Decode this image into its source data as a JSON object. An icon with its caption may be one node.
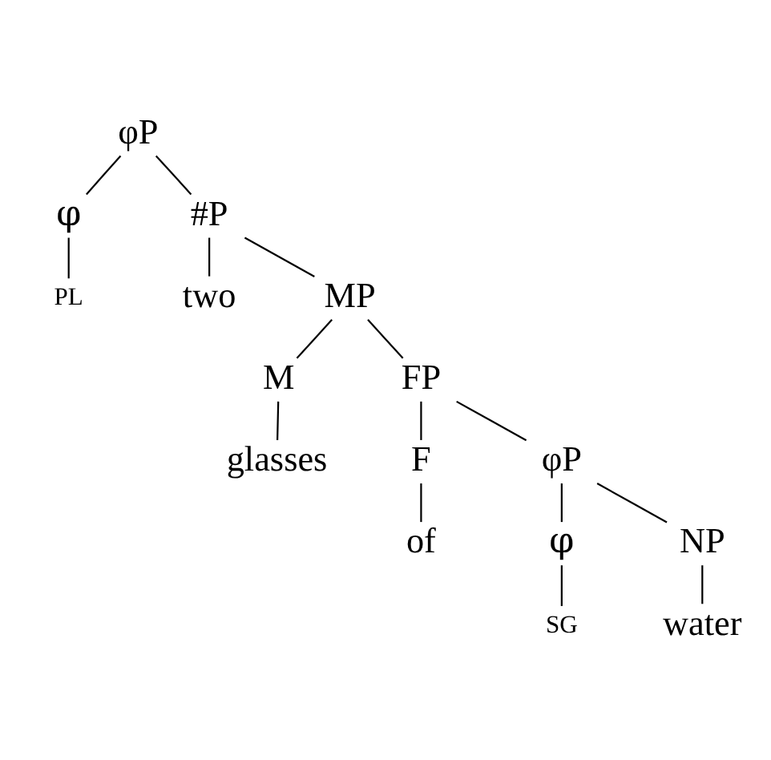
{
  "diagram": {
    "nodes": [
      {
        "text": [
          "φP"
        ]
      },
      {
        "text": [
          "φ"
        ]
      },
      {
        "text": [
          "#P"
        ]
      },
      {
        "text": [
          "PL"
        ]
      },
      {
        "text": [
          "two"
        ]
      },
      {
        "text": [
          "MP"
        ]
      },
      {
        "text": [
          "M"
        ]
      },
      {
        "text": [
          "FP"
        ]
      },
      {
        "text": [
          "glasses"
        ]
      },
      {
        "text": [
          "F"
        ]
      },
      {
        "text": [
          "φP"
        ]
      },
      {
        "text": [
          "of"
        ]
      },
      {
        "text": [
          "φ"
        ]
      },
      {
        "text": [
          "NP"
        ]
      },
      {
        "text": [
          "SG"
        ]
      },
      {
        "text": [
          "water"
        ]
      }
    ],
    "edges": [
      {
        "from": 0,
        "to": 1,
        "arrow": "none"
      },
      {
        "from": 0,
        "to": 2,
        "arrow": "none"
      },
      {
        "from": 1,
        "to": 3,
        "arrow": "none"
      },
      {
        "from": 2,
        "to": 4,
        "arrow": "none"
      },
      {
        "from": 2,
        "to": 5,
        "arrow": "none"
      },
      {
        "from": 5,
        "to": 6,
        "arrow": "none"
      },
      {
        "from": 5,
        "to": 7,
        "arrow": "none"
      },
      {
        "from": 6,
        "to": 8,
        "arrow": "none"
      },
      {
        "from": 7,
        "to": 9,
        "arrow": "none"
      },
      {
        "from": 7,
        "to": 10,
        "arrow": "none"
      },
      {
        "from": 9,
        "to": 11,
        "arrow": "none"
      },
      {
        "from": 10,
        "to": 12,
        "arrow": "none"
      },
      {
        "from": 10,
        "to": 13,
        "arrow": "none"
      },
      {
        "from": 12,
        "to": 14,
        "arrow": "none"
      },
      {
        "from": 13,
        "to": 15,
        "arrow": "none"
      }
    ]
  }
}
